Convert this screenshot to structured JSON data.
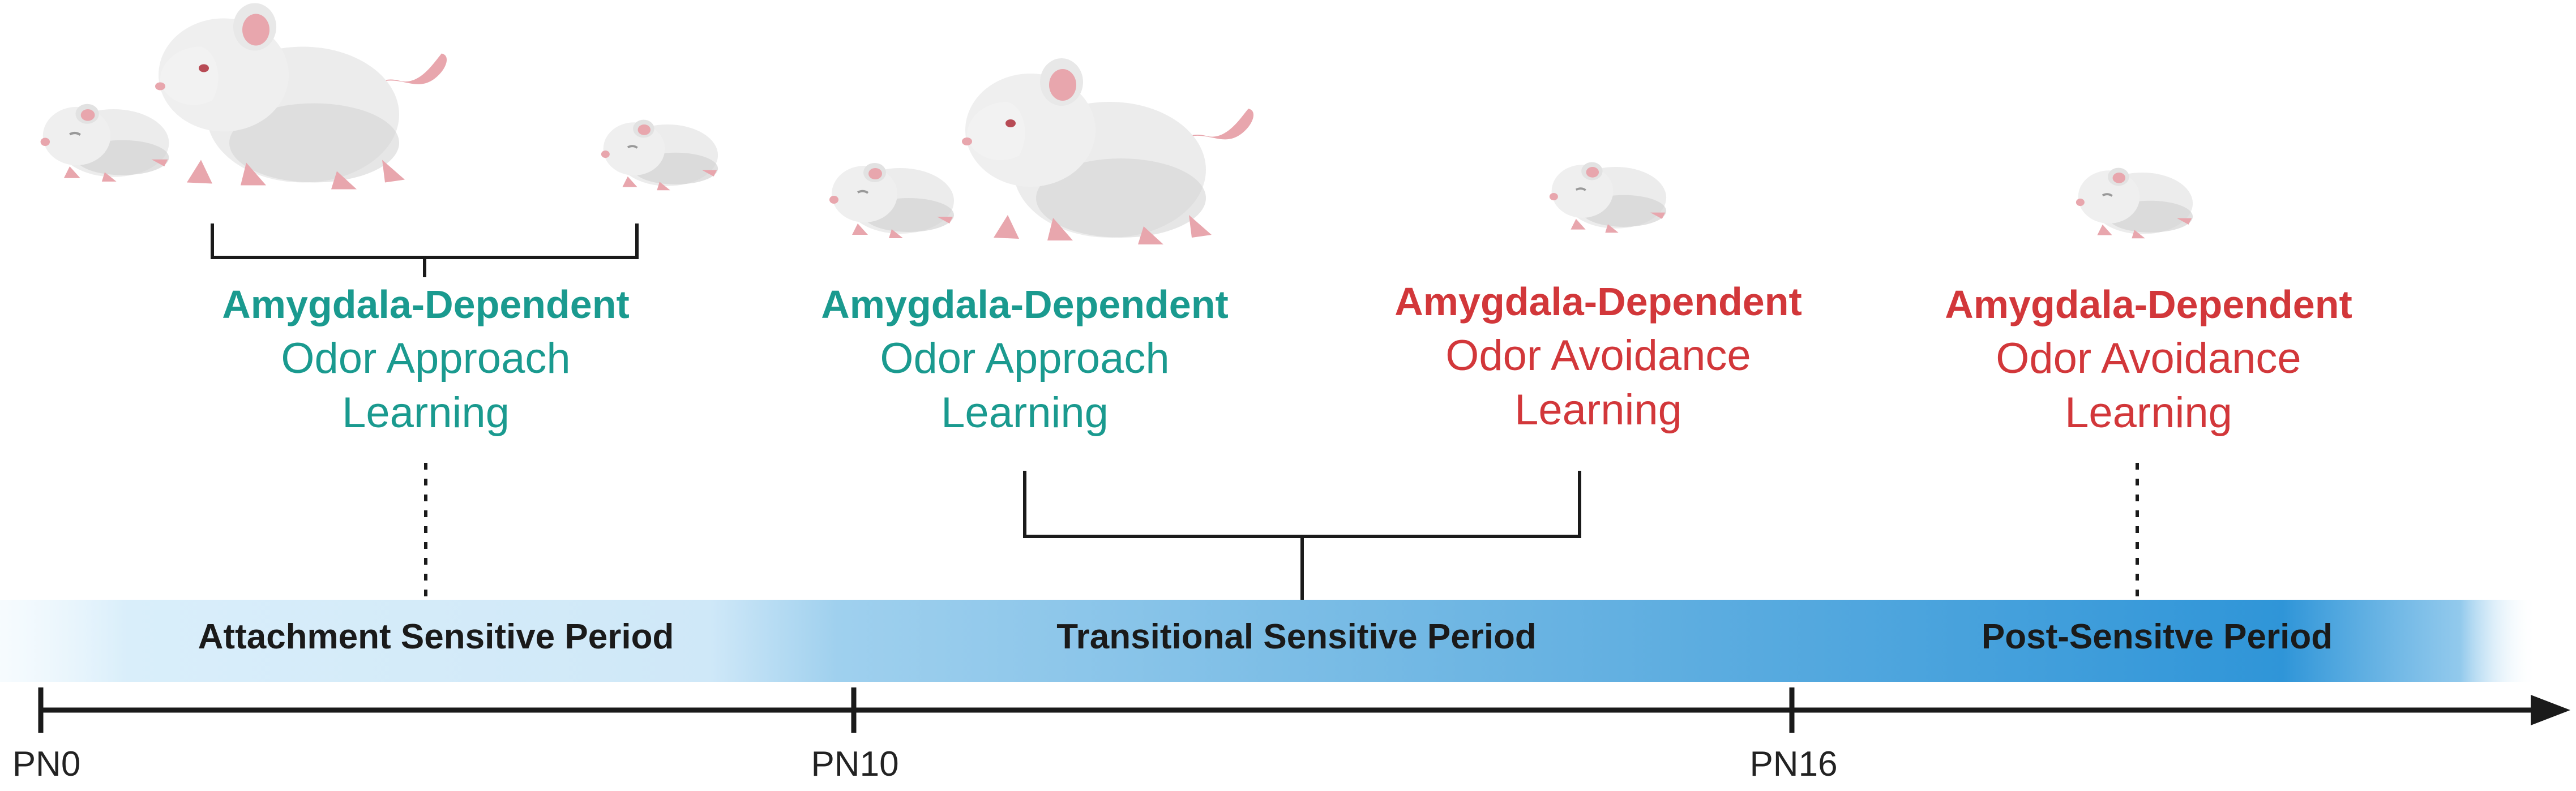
{
  "colors": {
    "approach": "#1a9a8f",
    "avoidance": "#d2373a",
    "axis": "#1a1a1a",
    "band_light": "#d9eefa",
    "band_mid": "#74b9e4",
    "band_dark": "#2f95d8",
    "rat_body": "#ececec",
    "rat_shade": "#c9c9c9",
    "rat_pink": "#e8a6ad"
  },
  "labels": [
    {
      "head": "Amygdala-Dependent",
      "line1": "Odor Approach",
      "line2": "Learning",
      "kind": "approach"
    },
    {
      "head": "Amygdala-Dependent",
      "line1": "Odor Approach",
      "line2": "Learning",
      "kind": "approach"
    },
    {
      "head": "Amygdala-Dependent",
      "line1": "Odor Avoidance",
      "line2": "Learning",
      "kind": "avoidance"
    },
    {
      "head": "Amygdala-Dependent",
      "line1": "Odor Avoidance",
      "line2": "Learning",
      "kind": "avoidance"
    }
  ],
  "periods": [
    {
      "name": "Attachment Sensitive Period"
    },
    {
      "name": "Transitional Sensitive Period"
    },
    {
      "name": "Post-Sensitve Period"
    }
  ],
  "ticks": [
    {
      "label": "PN0"
    },
    {
      "label": "PN10"
    },
    {
      "label": "PN16"
    }
  ],
  "icons": {
    "adult": "adult-rat-icon",
    "pup": "rat-pup-icon"
  }
}
